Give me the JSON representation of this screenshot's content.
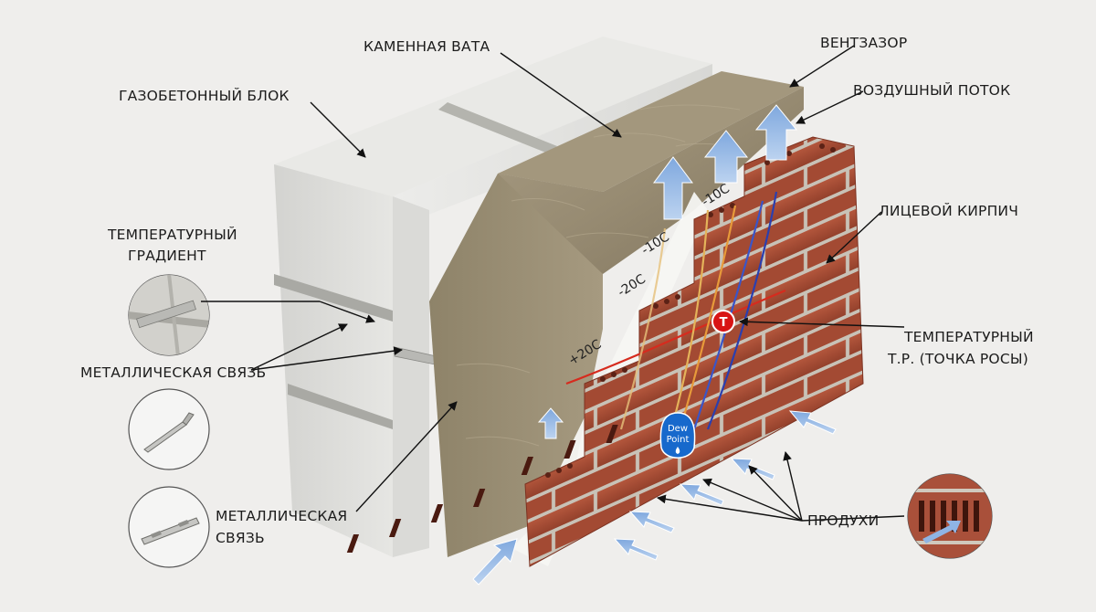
{
  "labels": {
    "aerated_block": "ГАЗОБЕТОННЫЙ БЛОК",
    "stone_wool": "КАМЕННАЯ ВАТА",
    "vent_gap": "ВЕНТЗАЗОР",
    "air_flow": "ВОЗДУШНЫЙ ПОТОК",
    "facing_brick": "ЛИЦЕВОЙ КИРПИЧ",
    "temp_gradient_line1": "ТЕМПЕРАТУРНЫЙ",
    "temp_gradient_line2": "ГРАДИЕНТ",
    "metal_tie_1": "МЕТАЛЛИЧЕСКАЯ СВЯЗЬ",
    "metal_tie_2_line1": "МЕТАЛЛИЧЕСКАЯ",
    "metal_tie_2_line2": "СВЯЗЬ",
    "temp_dew_line1": "ТЕМПЕРАТУРНЫЙ",
    "temp_dew_line2": "Т.Р. (ТОЧКА РОСЫ)",
    "vents": "ПРОДУХИ"
  },
  "temperatures": {
    "t1": "-10C",
    "t2": "-10C",
    "t3": "-20C",
    "t4": "+20C"
  },
  "markers": {
    "temp_marker": "T",
    "dew_point_line1": "Dew",
    "dew_point_line2": "Point"
  },
  "colors": {
    "background": "#efeeec",
    "aerated_concrete": "#dcdcd9",
    "mineral_wool": "#9d917a",
    "brick": "#a24a33",
    "mortar": "#c9c4ba",
    "air_arrow": "#8fb4e4",
    "warm_line": "#d62b1e",
    "cold_line": "#2a3fb0",
    "mid_line": "#e4b35a",
    "temp_marker": "#d81414",
    "dew_marker": "#1769cc"
  }
}
